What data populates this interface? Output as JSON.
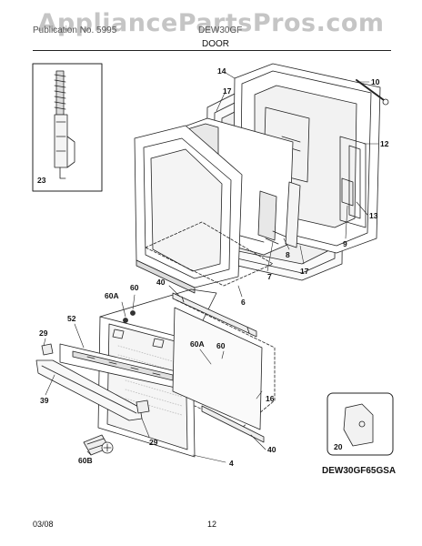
{
  "watermark": "AppliancePartsPros.com",
  "header": {
    "left_text": "Publication No. 5995",
    "right_text": "DEW30GF",
    "section": "DOOR"
  },
  "callouts": {
    "c14": "14",
    "c17a": "17",
    "c10": "10",
    "c12": "12",
    "c13": "13",
    "c9": "9",
    "c17b": "17",
    "c8": "8",
    "c7": "7",
    "c6": "6",
    "c23": "23",
    "c40a": "40",
    "c60a": "60",
    "c60Aa": "60A",
    "c52": "52",
    "c29a": "29",
    "c39": "39",
    "c60Ab": "60A",
    "c60b": "60",
    "c16": "16",
    "c29b": "29",
    "c60B": "60B",
    "c4": "4",
    "c40b": "40",
    "c20": "20"
  },
  "model": "DEW30GF65GSA",
  "footer": {
    "date": "03/08",
    "page": "12"
  }
}
